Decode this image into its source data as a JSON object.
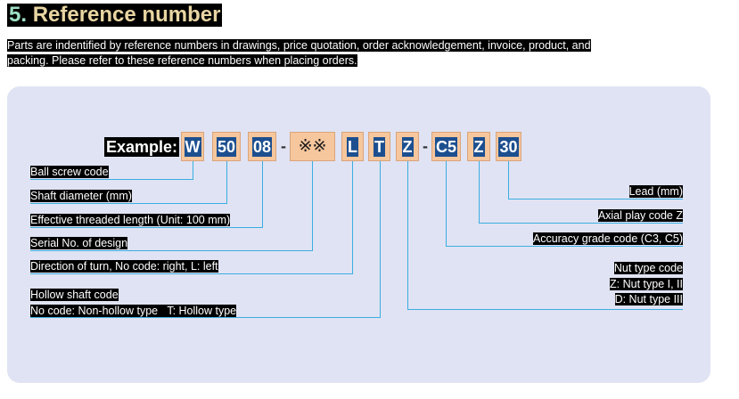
{
  "heading": {
    "number": "5.",
    "title": "Reference number"
  },
  "intro": {
    "lines": [
      "Parts are indentified by reference numbers in drawings, price quotation, order acknowledgement, invoice, product, and",
      "packing. Please refer to these reference numbers when placing orders."
    ]
  },
  "example": {
    "label": "Example:",
    "codes": [
      "W",
      "50",
      "08",
      "※※",
      "L",
      "T",
      "Z",
      "C5",
      "Z",
      "30"
    ],
    "separators": [
      "-",
      "-"
    ]
  },
  "left_labels": [
    "Ball screw code",
    "Shaft diameter (mm)",
    "Effective threaded length (Unit: 100 mm)",
    "Serial No. of design",
    "Direction of turn, No code: right, L: left",
    "Hollow shaft code",
    "No code: Non-hollow type   T: Hollow type"
  ],
  "right_labels": [
    "Lead (mm)",
    "Axial play code Z",
    "Accuracy grade code (C3, C5)",
    "Nut type code",
    "Z: Nut type I, II",
    "D: Nut type III"
  ],
  "colors": {
    "panel": "#e0e3f3",
    "code_box": "#f6c69c",
    "code_box_border": "#d9a57c",
    "code_text_bg": "#1c4f8f",
    "code_text": "#ffffff",
    "leader_line": "#3aaee2",
    "label_bg": "#000000",
    "label_text": "#ffffff",
    "heading_number": "#9fe0c4",
    "heading_title": "#e8d5a2"
  }
}
